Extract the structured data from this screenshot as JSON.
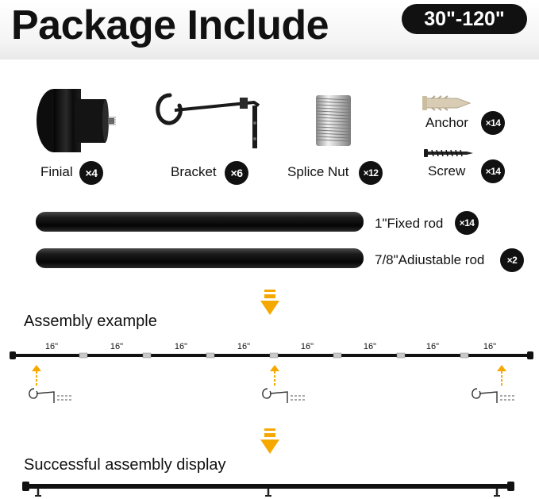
{
  "header": {
    "title": "Package Include",
    "range": "30\"-120\""
  },
  "parts": [
    {
      "label": "Finial",
      "qty": "×4"
    },
    {
      "label": "Bracket",
      "qty": "×6"
    },
    {
      "label": "Splice Nut",
      "qty": "×12"
    },
    {
      "label": "Anchor",
      "qty": "×14"
    },
    {
      "label": "Screw",
      "qty": "×14"
    }
  ],
  "rods": [
    {
      "label": "1\"Fixed rod",
      "qty": "×14"
    },
    {
      "label": "7/8\"Adiustable rod",
      "qty": "×2"
    }
  ],
  "assembly": {
    "title": "Assembly example",
    "segments": [
      "16\"",
      "16\"",
      "16\"",
      "16\"",
      "16\"",
      "16\"",
      "16\"",
      "16\""
    ]
  },
  "display": {
    "title": "Successful assembly display"
  },
  "colors": {
    "accent_arrow": "#f5a800",
    "dark": "#111111"
  }
}
